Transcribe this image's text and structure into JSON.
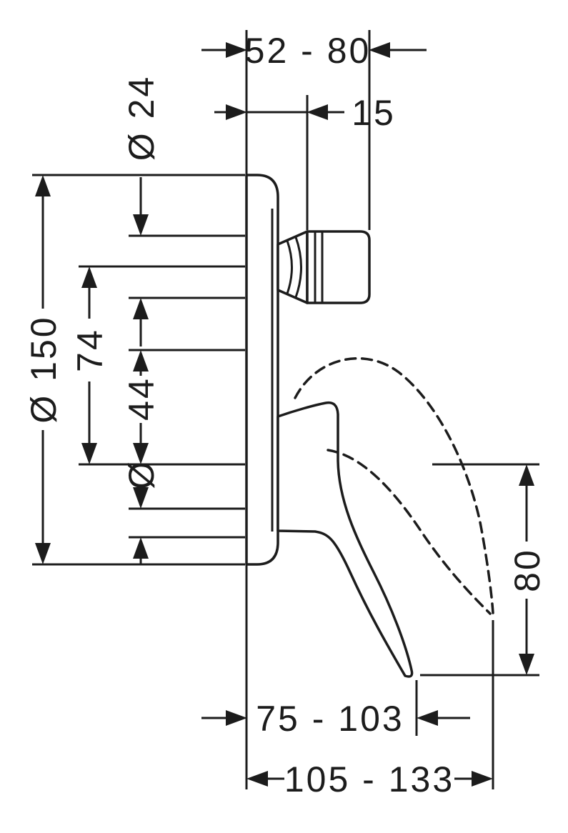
{
  "diagram": {
    "type": "technical-drawing",
    "subject": "concealed single-lever bath mixer, side elevation with lever travel shown dashed",
    "background": "#ffffff",
    "line_color": "#1c1c1c",
    "dimensions": {
      "top_depth": "52 - 80",
      "top_offset": "15",
      "spout_pipe_dia": "Ø 24",
      "escutcheon_dia": "Ø 150",
      "spout_to_handle": "74",
      "handle_offset": "44",
      "spindle_dia": "Ø",
      "handle_drop": "80",
      "bottom_spout_projection": "75 - 103",
      "bottom_handle_projection": "105 - 133"
    }
  }
}
